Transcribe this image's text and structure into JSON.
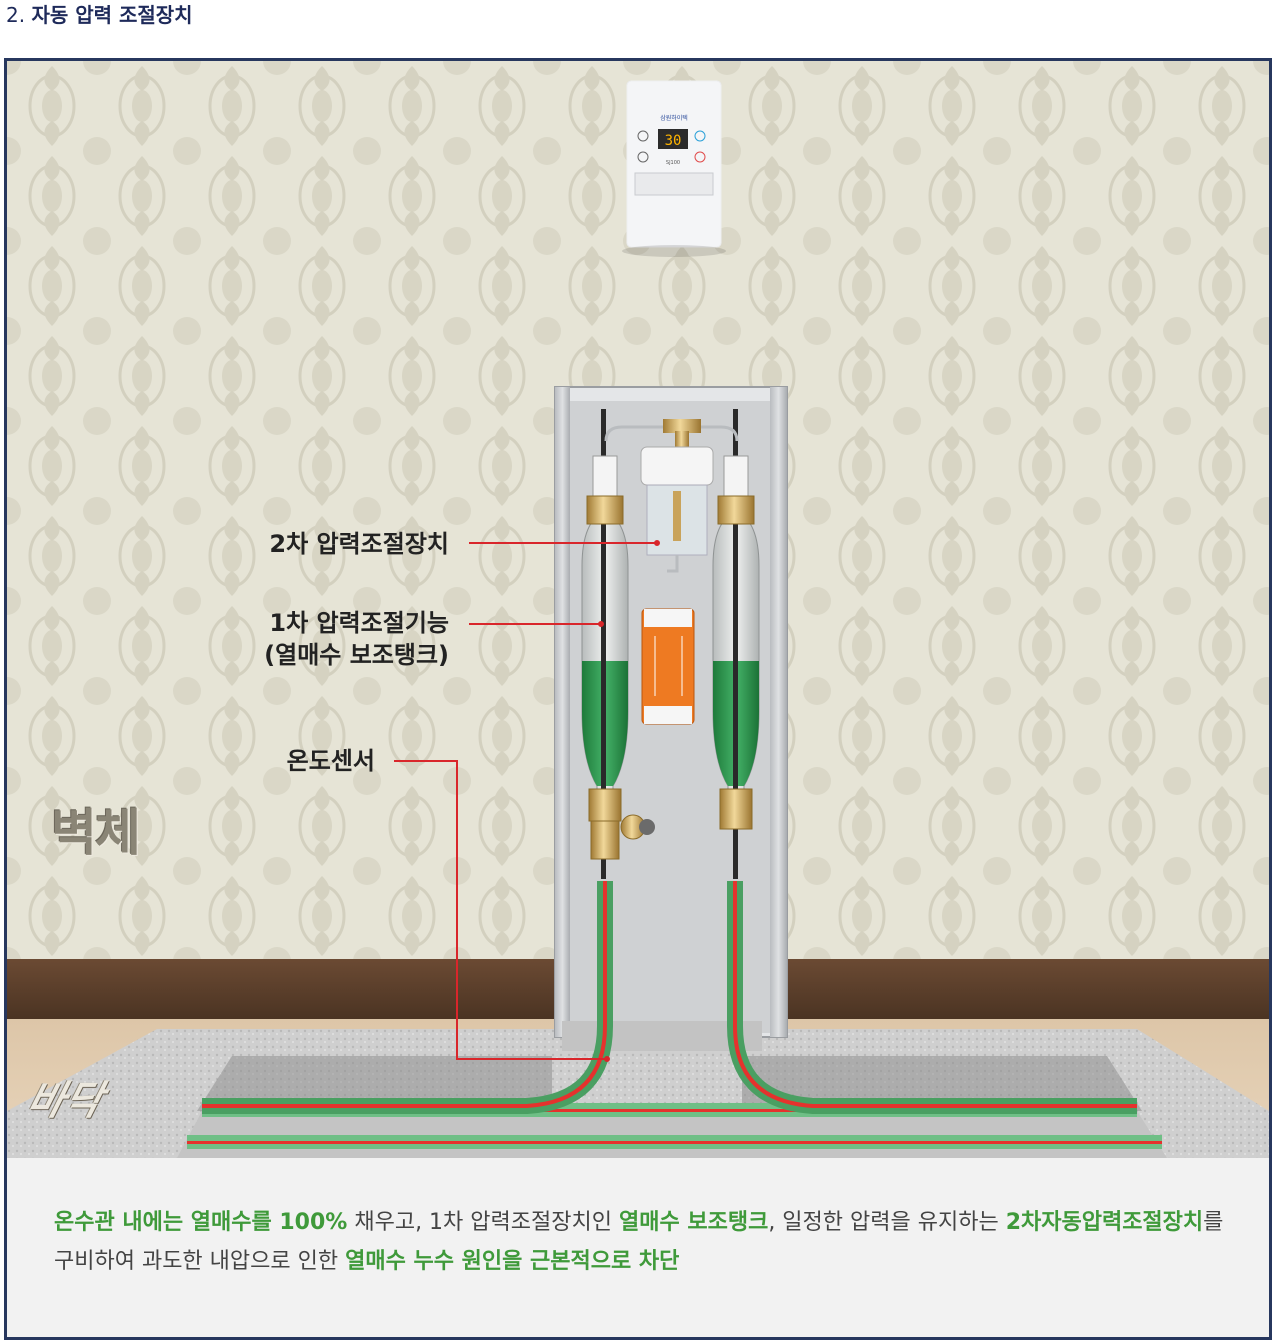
{
  "heading": {
    "number": "2.",
    "title": "자동 압력 조절장치"
  },
  "thermostat": {
    "brand": "삼원하이텍",
    "display": "30",
    "model": "SJ100"
  },
  "callouts": {
    "secondary": "2차 압력조절장치",
    "primary_line1": "1차 압력조절기능",
    "primary_line2": "(열매수 보조탱크)",
    "sensor": "온도센서"
  },
  "labels": {
    "wall": "벽체",
    "floor": "바닥"
  },
  "description": {
    "s1": "온수관 내에는 열매수를 100%",
    "s2": " 채우고, 1차 압력조절장치인 ",
    "s3": "열매수 보조탱크",
    "s4": ", 일정한 압력을 유지하는 ",
    "s5": "2차자동압력조절장치",
    "s6": "를 구비하여 과도한 내압으로 인한 ",
    "s7": "열매수 누수 원인을 근본적으로 차단"
  },
  "colors": {
    "frame_border": "#27375e",
    "heading": "#1e2a5a",
    "highlight_green": "#3f9a3a",
    "leader_red": "#d9262b",
    "pipe_green": "#3c9b5a",
    "pipe_red": "#e5322d",
    "fluid_green": "#2e9a4e",
    "brass": "#c9a35a",
    "aux_tank_orange": "#ee7a22"
  }
}
